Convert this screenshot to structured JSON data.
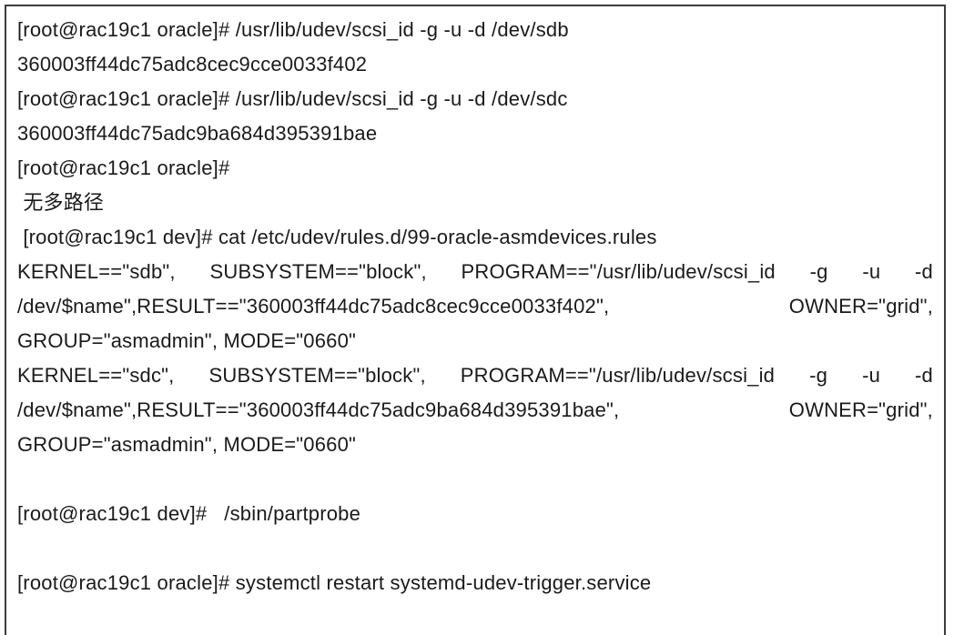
{
  "page": {
    "background_color": "#ffffff",
    "border_color": "#3d3d3d",
    "text_color": "#1a1a1a"
  },
  "terminal": {
    "lines": [
      {
        "text": "[root@rac19c1 oracle]# /usr/lib/udev/scsi_id -g -u -d /dev/sdb",
        "justify": false
      },
      {
        "text": "360003ff44dc75adc8cec9cce0033f402",
        "justify": false
      },
      {
        "text": "[root@rac19c1 oracle]# /usr/lib/udev/scsi_id -g -u -d /dev/sdc",
        "justify": false
      },
      {
        "text": "360003ff44dc75adc9ba684d395391bae",
        "justify": false
      },
      {
        "text": "[root@rac19c1 oracle]#",
        "justify": false
      },
      {
        "text": " 无多路径",
        "justify": false
      },
      {
        "text": " [root@rac19c1 dev]# cat /etc/udev/rules.d/99-oracle-asmdevices.rules",
        "justify": false
      },
      {
        "text": "KERNEL==\"sdb\", SUBSYSTEM==\"block\", PROGRAM==\"/usr/lib/udev/scsi_id -g -u -d",
        "justify": true
      },
      {
        "text": "/dev/$name\",RESULT==\"360003ff44dc75adc8cec9cce0033f402\", OWNER=\"grid\",",
        "justify": true
      },
      {
        "text": "GROUP=\"asmadmin\", MODE=\"0660\"",
        "justify": false
      },
      {
        "text": "KERNEL==\"sdc\", SUBSYSTEM==\"block\", PROGRAM==\"/usr/lib/udev/scsi_id -g -u -d",
        "justify": true
      },
      {
        "text": "/dev/$name\",RESULT==\"360003ff44dc75adc9ba684d395391bae\", OWNER=\"grid\",",
        "justify": true
      },
      {
        "text": "GROUP=\"asmadmin\", MODE=\"0660\"",
        "justify": false
      },
      {
        "text": "",
        "justify": false
      },
      {
        "text": "[root@rac19c1 dev]#   /sbin/partprobe",
        "justify": false
      },
      {
        "text": "",
        "justify": false
      },
      {
        "text": "[root@rac19c1 oracle]# systemctl restart systemd-udev-trigger.service",
        "justify": false
      }
    ]
  }
}
